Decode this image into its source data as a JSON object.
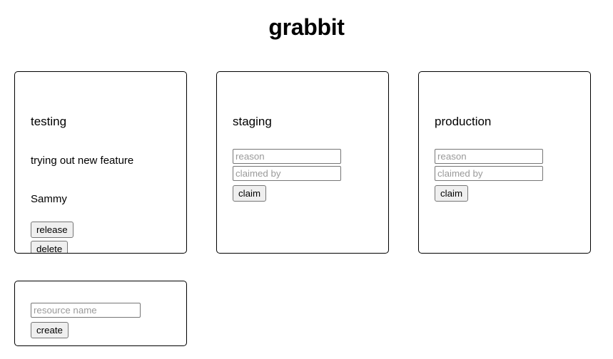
{
  "app": {
    "title": "grabbit"
  },
  "resources": [
    {
      "name": "testing",
      "state": "claimed",
      "reason": "trying out new feature",
      "claimed_by": "Sammy",
      "buttons": {
        "release_label": "release",
        "delete_label": "delete"
      }
    },
    {
      "name": "staging",
      "state": "free",
      "inputs": {
        "reason_placeholder": "reason",
        "claimed_by_placeholder": "claimed by"
      },
      "buttons": {
        "claim_label": "claim"
      }
    },
    {
      "name": "production",
      "state": "free",
      "inputs": {
        "reason_placeholder": "reason",
        "claimed_by_placeholder": "claimed by"
      },
      "buttons": {
        "claim_label": "claim"
      }
    }
  ],
  "create_card": {
    "inputs": {
      "resource_name_placeholder": "resource name",
      "resource_name_value": ""
    },
    "buttons": {
      "create_label": "create"
    }
  },
  "colors": {
    "page_background": "#ffffff",
    "card_border": "#000000",
    "text": "#000000",
    "placeholder": "#9a9a9a",
    "button_background": "#efefef",
    "control_border": "#767676"
  }
}
